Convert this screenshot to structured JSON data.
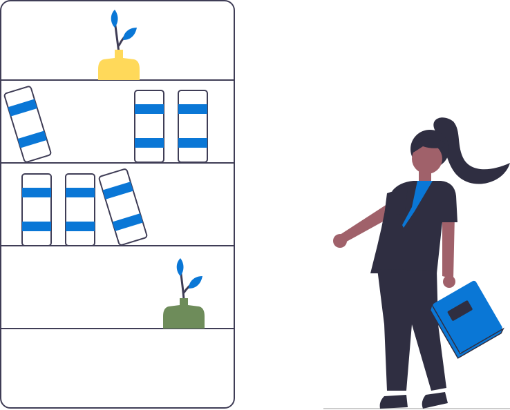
{
  "illustration": {
    "bookshelf": {
      "shelf_count": 4,
      "books": [
        "book",
        "book",
        "book",
        "book",
        "book",
        "book"
      ],
      "plants": [
        "potted-plant-yellow",
        "potted-plant-green"
      ]
    },
    "person": {
      "holding": "blue-book",
      "hair": "ponytail"
    }
  },
  "colors": {
    "outline": "#3f3d56",
    "book_band": "#0a77d6",
    "book_fill": "#ffffff",
    "pot_yellow": "#ffd95a",
    "pot_green": "#6e8c5a",
    "leaf": "#0a77d6",
    "stem": "#3f3d56",
    "skin": "#a0616a",
    "clothes": "#2f2e41",
    "held_book": "#0a77d6",
    "ground": "#cccccc"
  }
}
